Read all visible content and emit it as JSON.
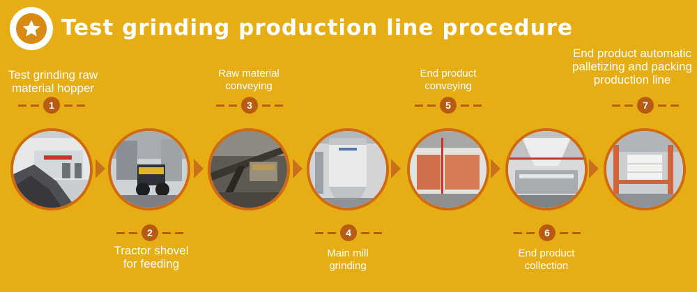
{
  "title": "Test grinding production line procedure",
  "steps": [
    {
      "number": "1",
      "label": "Test grinding raw\nmaterial hopper",
      "photo_icon": "raw-material-hopper-photo"
    },
    {
      "number": "2",
      "label": "Tractor shovel\nfor feeding",
      "photo_icon": "tractor-shovel-photo"
    },
    {
      "number": "3",
      "label": "Raw material\nconveying",
      "photo_icon": "conveyor-photo"
    },
    {
      "number": "4",
      "label": "Main mill\ngrinding",
      "photo_icon": "main-mill-photo"
    },
    {
      "number": "5",
      "label": "End product\nconveying",
      "photo_icon": "end-product-conveying-photo"
    },
    {
      "number": "6",
      "label": "End product\ncollection",
      "photo_icon": "end-product-collection-photo"
    },
    {
      "number": "7",
      "label": "End product automatic\npalletizing and packing\nproduction line",
      "photo_icon": "palletizing-photo"
    }
  ],
  "colors": {
    "background": "#e6ad14",
    "accent": "#b85a12",
    "ring": "#d06a10"
  },
  "header_icon": "star-icon"
}
